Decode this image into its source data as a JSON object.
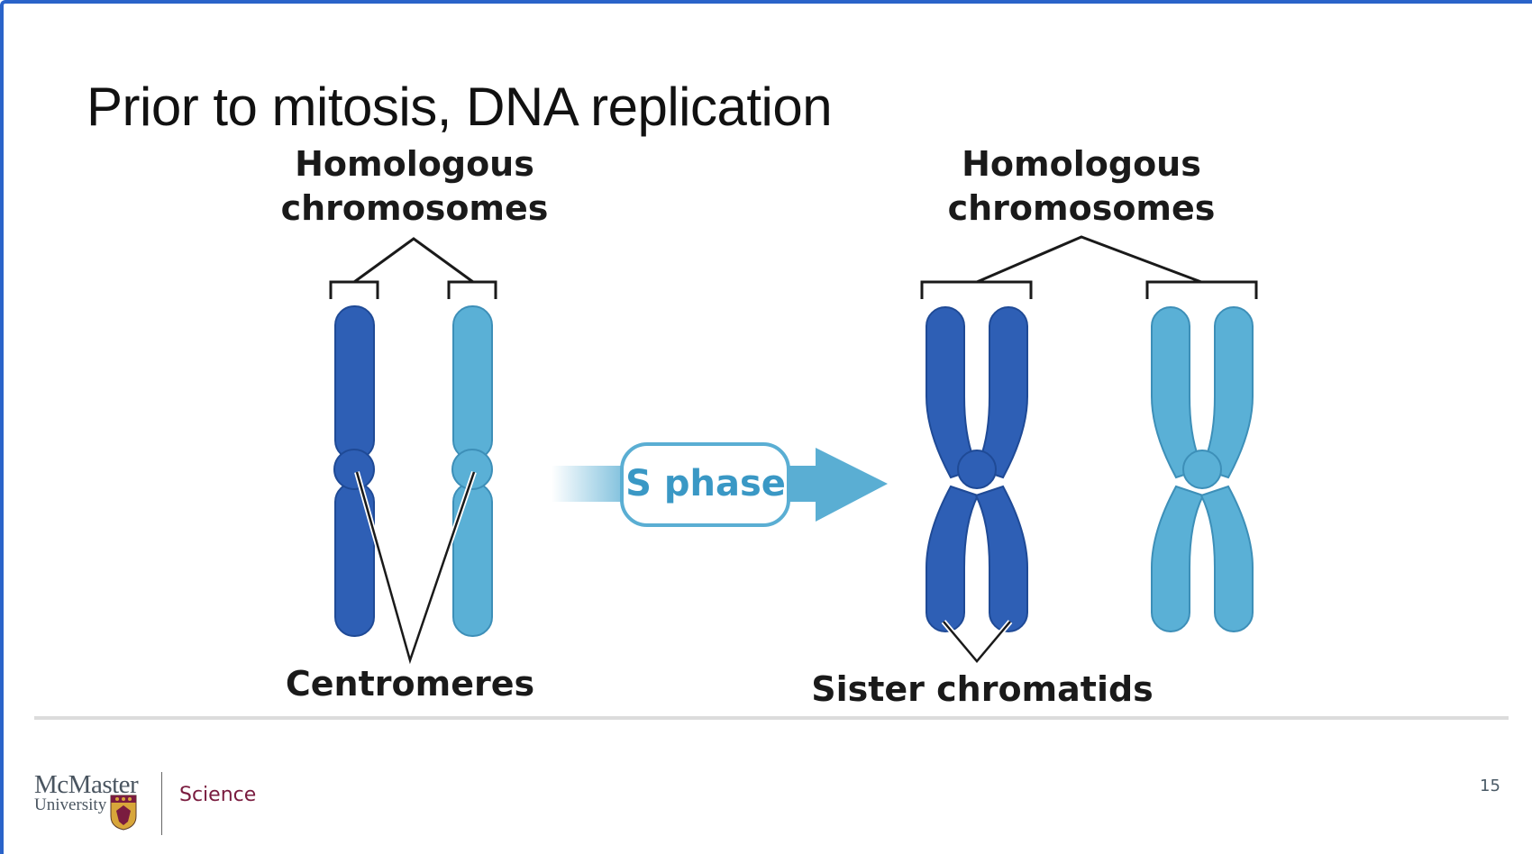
{
  "slide": {
    "title": "Prior to mitosis, DNA replication",
    "page_number": "15",
    "border_color": "#2a63c9"
  },
  "diagram": {
    "left_label_line1": "Homologous",
    "left_label_line2": "chromosomes",
    "right_label_line1": "Homologous",
    "right_label_line2": "chromosomes",
    "centromeres_label": "Centromeres",
    "sister_chromatids_label": "Sister chromatids",
    "arrow_label": "S phase",
    "colors": {
      "dark_blue": "#2e5fb5",
      "light_blue": "#5ab0d6",
      "arrow": "#5aaed3"
    }
  },
  "footer": {
    "logo_line1": "McMaster",
    "logo_line2": "University",
    "faculty": "Science"
  }
}
